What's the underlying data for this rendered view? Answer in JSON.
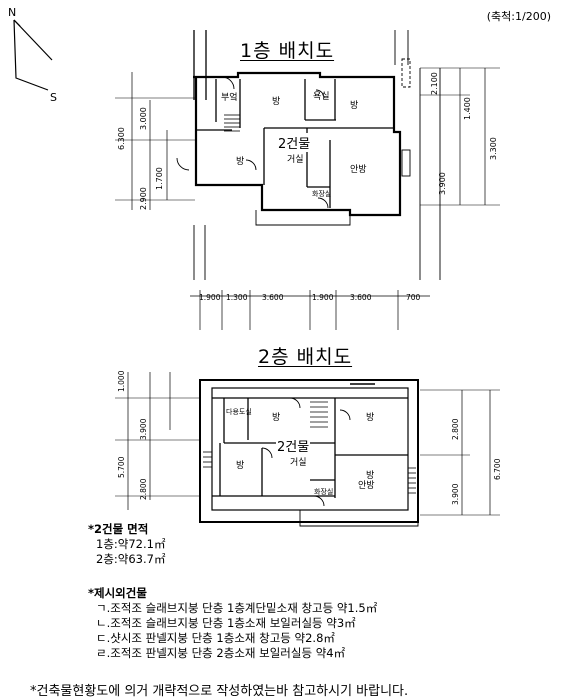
{
  "scale": "(축척:1/200)",
  "compass": {
    "north": "N",
    "south": "S"
  },
  "floor1": {
    "title": "1층 배치도",
    "building_label": "2건물",
    "dims_top": [],
    "dims_left": [
      "6.300",
      "3.000",
      "1.700",
      "2.900"
    ],
    "dims_right": [
      "2.100",
      "3.900",
      "1.400",
      "3.300"
    ],
    "rooms": [
      "부엌",
      "방",
      "욕실",
      "방",
      "거실",
      "방",
      "안방",
      "화장실"
    ]
  },
  "floor2": {
    "title": "2층 배치도",
    "building_label": "2건물",
    "dims_top": [
      "1.900",
      "1.300",
      "3.600",
      "1.900",
      "3.600",
      "700"
    ],
    "dims_left": [
      "1.000",
      "3.900",
      "5.700",
      "2.800"
    ],
    "dims_right": [
      "2.800",
      "3.900",
      "6.700"
    ],
    "rooms": [
      "다용도실",
      "방",
      "방",
      "방",
      "거실",
      "방",
      "안방",
      "화장실"
    ]
  },
  "area": {
    "heading": "*2건물 면적",
    "lines": [
      "1층:약72.1㎡",
      "2층:약63.7㎡"
    ]
  },
  "excluded": {
    "heading": "*제시외건물",
    "items": [
      "ㄱ.조적조 슬래브지붕 단층 1층계단밑소재 창고등 약1.5㎡",
      "ㄴ.조적조 슬래브지붕 단층 1층소재 보일러실등 약3㎡",
      "ㄷ.샷시조 판넬지붕 단층 1층소재 창고등 약2.8㎡",
      "ㄹ.조적조 판넬지붕 단층 2층소재 보일러실등 약4㎡"
    ]
  },
  "footer": "*건축물현황도에 의거 개략적으로 작성하였는바 참고하시기 바랍니다."
}
